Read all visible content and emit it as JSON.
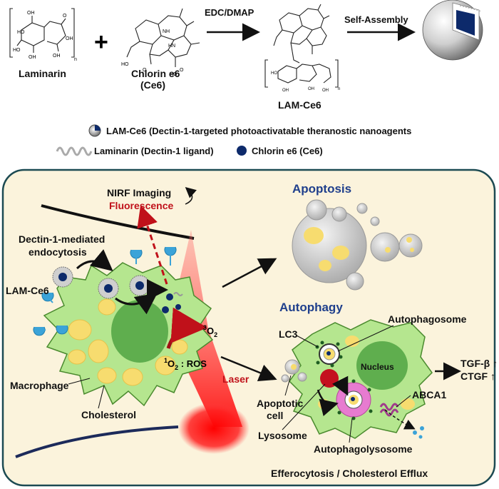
{
  "colors": {
    "panel_bg": "#fbf3dc",
    "panel_border": "#1c4a52",
    "cell_fill": "#b5e68f",
    "cell_stroke": "#4a8a2e",
    "nucleus": "#5fae4e",
    "cholesterol": "#f7dc6f",
    "blue_title": "#1f3f8c",
    "laser_red": "#ff2a2a",
    "fluorescence_red": "#c0111a",
    "ce6_blue": "#0d2a6b",
    "receptor_blue": "#3ba3d8",
    "lysosome": "#c4101f",
    "autophagolysosome": "#e77bd0"
  },
  "top": {
    "laminarin": "Laminarin",
    "plus": "+",
    "chlorin_line1": "Chlorin e6",
    "chlorin_line2": "(Ce6)",
    "edc_dmap": "EDC/DMAP",
    "self_assembly": "Self-Assembly",
    "lam_ce6": "LAM-Ce6",
    "subscript_n": "n"
  },
  "legend": {
    "item1": "LAM-Ce6 (Dectin-1-targeted photoactivatable theranostic nanoagents",
    "item2": "Laminarin (Dectin-1 ligand)",
    "item3": "Chlorin e6 (Ce6)"
  },
  "panel": {
    "nirf_imaging": "NIRF Imaging",
    "fluorescence": "Fluorescence",
    "dectin_line1": "Dectin-1-mediated",
    "dectin_line2": "endocytosis",
    "lam_ce6": "LAM-Ce6",
    "o2_triplet": "O",
    "o2_triplet_sup": "3",
    "o2_triplet_sub": "2",
    "singlet_sup": "1",
    "singlet_o": "O",
    "singlet_sub": "2",
    "ros_suffix": " : ROS",
    "laser": "Laser",
    "macrophage": "Macrophage",
    "cholesterol": "Cholesterol",
    "apoptosis": "Apoptosis",
    "autophagy": "Autophagy",
    "autophagosome": "Autophagosome",
    "lc3": "LC3",
    "nucleus": "Nucleus",
    "tgf": "TGF-β ↑",
    "ctgf": "CTGF ↑",
    "apoptotic_line1": "Apoptotic",
    "apoptotic_line2": "cell",
    "abca1": "ABCA1",
    "lysosome": "Lysosome",
    "autophagolysosome": "Autophagolysosome",
    "efferocytosis": "Efferocytosis / Cholesterol Efflux"
  }
}
